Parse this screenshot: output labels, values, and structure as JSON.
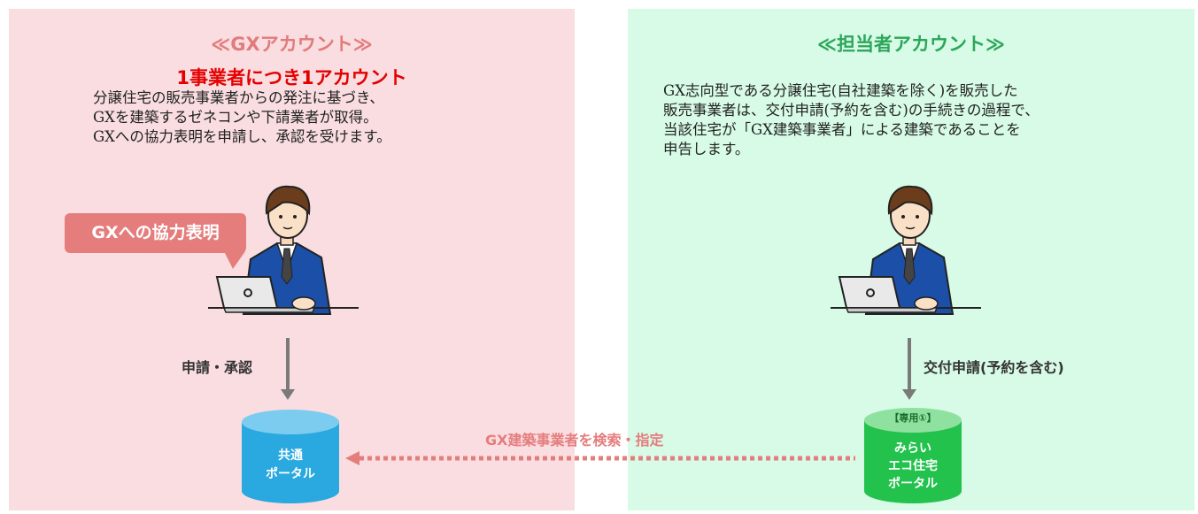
{
  "left_panel": {
    "title": "≪GXアカウント≫",
    "subtitle": "1事業者につき1アカウント",
    "description": [
      "分譲住宅の販売事業者からの発注に基づき、",
      "GXを建築するゼネコンや下請業者が取得。",
      "GXへの協力表明を申請し、承認を受けます。"
    ],
    "bubble": "GXへの協力表明",
    "flow_label": "申請・承認",
    "portal_label": [
      "共通",
      "ポータル"
    ]
  },
  "right_panel": {
    "title": "≪担当者アカウント≫",
    "description": [
      "GX志向型である分譲住宅(自社建築を除く)を販売した",
      "販売事業者は、交付申請(予約を含む)の手続きの過程で、",
      "当該住宅が「GX建築事業者」による建築であることを",
      "申告します。"
    ],
    "flow_label": "交付申請(予約を含む)",
    "portal_tag": "【専用①】",
    "portal_label": [
      "みらい",
      "エコ住宅",
      "ポータル"
    ]
  },
  "connector_label": "GX建築事業者を検索・指定",
  "colors": {
    "left_bg": "#f9dde0",
    "right_bg": "#d7fbe6",
    "left_accent": "#e27b7b",
    "right_accent": "#2ca65a",
    "emphasis": "#e50000",
    "portal_blue": "#29a9df",
    "portal_green": "#22c24d"
  }
}
